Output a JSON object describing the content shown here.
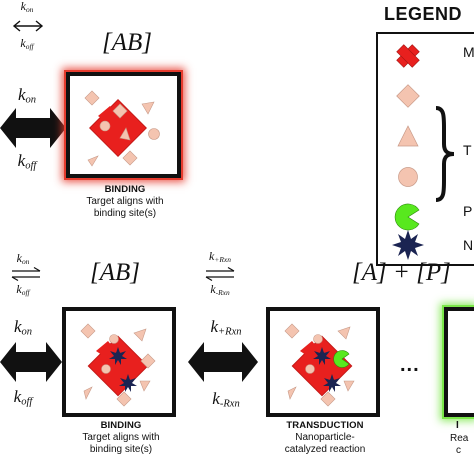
{
  "legend": {
    "title": "LEGEND",
    "items": [
      {
        "label": "M",
        "symbol": "red-cross-shape"
      },
      {
        "label": "",
        "symbol": "diamond"
      },
      {
        "label": "",
        "symbol": "triangle"
      },
      {
        "label": "",
        "symbol": "circle"
      },
      {
        "label": "P",
        "symbol": "green-pacman"
      },
      {
        "label": "N",
        "symbol": "navy-star"
      }
    ],
    "brace_label": "T"
  },
  "top": {
    "rate_small_top": "k",
    "rate_small_top_sub": "on",
    "rate_small_bottom": "k",
    "rate_small_bottom_sub": "off",
    "complex_label": "[AB]",
    "rate_big_top": "k",
    "rate_big_top_sub": "on",
    "rate_big_bottom": "k",
    "rate_big_bottom_sub": "off",
    "box_title": "BINDING",
    "box_caption_1": "Target aligns with",
    "box_caption_2": "binding site(s)"
  },
  "bottom": {
    "rate_small_top": "k",
    "rate_small_top_sub": "on",
    "rate_small_bottom": "k",
    "rate_small_bottom_sub": "off",
    "complex_label": "[AB]",
    "rxn_small_top": "k",
    "rxn_small_top_sub": "+Rxn",
    "rxn_small_bottom": "k",
    "rxn_small_bottom_sub": "-Rxn",
    "product_label": "[A] + [P]",
    "rate_big_top": "k",
    "rate_big_top_sub": "on",
    "rate_big_bottom": "k",
    "rate_big_bottom_sub": "off",
    "rxn_big_top": "k",
    "rxn_big_top_sub": "+Rxn",
    "rxn_big_bottom": "k",
    "rxn_big_bottom_sub": "-Rxn",
    "binding_title": "BINDING",
    "binding_caption_1": "Target aligns with",
    "binding_caption_2": "binding site(s)",
    "transduction_title": "TRANSDUCTION",
    "transduction_caption_1": "Nanoparticle-",
    "transduction_caption_2": "catalyzed reaction",
    "ellipsis": "...",
    "cut_title": "I",
    "cut_caption_1": "Rea",
    "cut_caption_2": "c"
  },
  "colors": {
    "red": "#e8201e",
    "peach": "#f4c4b0",
    "green": "#58e81e",
    "navy": "#1b2452",
    "glow_red": "#e63b2e",
    "glow_green": "#7be84a"
  }
}
